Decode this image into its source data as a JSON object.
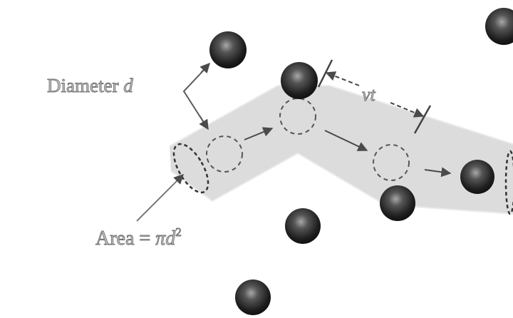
{
  "labels": {
    "diameter_text": "Diameter ",
    "diameter_var": "d",
    "area_text": "Area = ",
    "area_pi": "π",
    "area_var": "d",
    "area_exp": "2",
    "velocity_var": "v",
    "time_var": "t"
  },
  "colors": {
    "background": "#ffffff",
    "cylinder_fill": "#dcdcdc",
    "molecule_dark": "#1c1c1c",
    "molecule_highlight": "#9a9a9a",
    "dashed_outline": "#555555",
    "arrow": "#4a4a4a",
    "label_fill": "#c4c4c4",
    "label_stroke": "#6f6f6f"
  },
  "icons": {
    "molecule": "dark-sphere-icon",
    "ghost_position": "dashed-circle-icon"
  }
}
